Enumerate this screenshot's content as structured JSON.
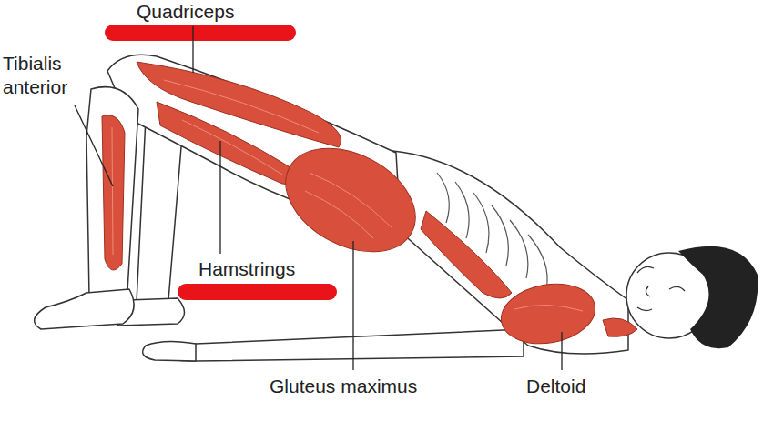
{
  "diagram": {
    "labels": [
      "Quadriceps",
      "Tibialis anterior",
      "Hamstrings",
      "Gluteus maximus",
      "Deltoid"
    ]
  }
}
